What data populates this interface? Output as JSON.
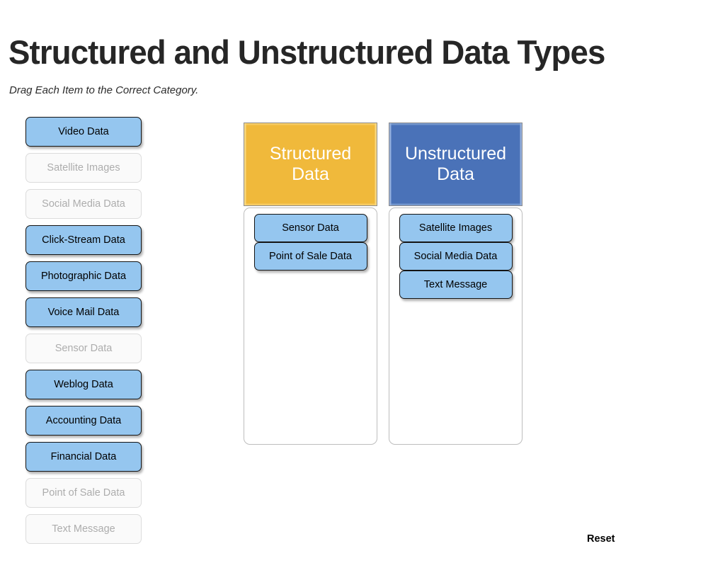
{
  "page": {
    "title": "Structured and Unstructured Data Types",
    "subtitle": "Drag Each Item to the Correct Category.",
    "background_color": "#ffffff",
    "title_color": "#262626"
  },
  "item_bank": {
    "items": [
      {
        "label": "Video Data",
        "state": "available"
      },
      {
        "label": "Satellite Images",
        "state": "used"
      },
      {
        "label": "Social Media Data",
        "state": "used"
      },
      {
        "label": "Click-Stream Data",
        "state": "available"
      },
      {
        "label": "Photographic Data",
        "state": "available"
      },
      {
        "label": "Voice Mail Data",
        "state": "available"
      },
      {
        "label": "Sensor Data",
        "state": "used"
      },
      {
        "label": "Weblog Data",
        "state": "available"
      },
      {
        "label": "Accounting Data",
        "state": "available"
      },
      {
        "label": "Financial Data",
        "state": "available"
      },
      {
        "label": "Point of Sale Data",
        "state": "used"
      },
      {
        "label": "Text Message",
        "state": "used"
      }
    ],
    "available_color": "#95c6ef",
    "used_color": "#fafafa",
    "used_text_color": "#adadad"
  },
  "categories": [
    {
      "id": "structured",
      "header_label": "Structured Data",
      "header_color": "#f0b93b",
      "header_text_color": "#ffffff",
      "dropped_items": [
        {
          "label": "Sensor Data"
        },
        {
          "label": "Point of Sale Data"
        }
      ]
    },
    {
      "id": "unstructured",
      "header_label": "Unstructured Data",
      "header_color": "#4a72b8",
      "header_text_color": "#ffffff",
      "dropped_items": [
        {
          "label": "Satellite Images"
        },
        {
          "label": "Social Media Data"
        },
        {
          "label": "Text Message"
        }
      ]
    }
  ],
  "controls": {
    "reset_label": "Reset"
  }
}
